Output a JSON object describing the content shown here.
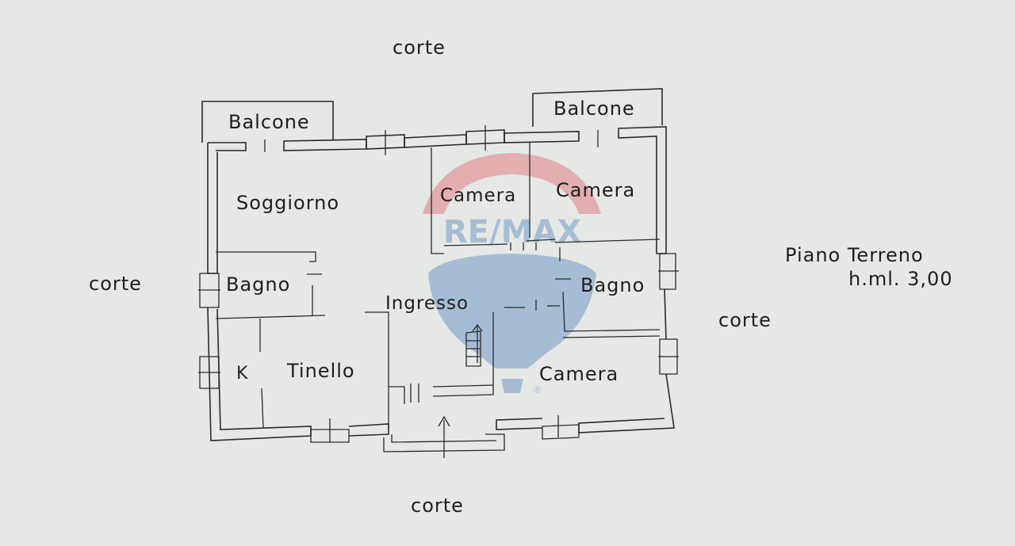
{
  "plan": {
    "courtyard_labels": {
      "top": "corte",
      "left": "corte",
      "right": "corte",
      "bottom": "corte"
    },
    "floor_info": {
      "name": "Piano Terreno",
      "height": "h.ml. 3,00"
    },
    "rooms": {
      "balcone_left": "Balcone",
      "balcone_right": "Balcone",
      "soggiorno": "Soggiorno",
      "camera_center": "Camera",
      "camera_right": "Camera",
      "bagno_left": "Bagno",
      "bagno_right": "Bagno",
      "ingresso": "Ingresso",
      "k": "K",
      "tinello": "Tinello",
      "camera_bottom": "Camera"
    },
    "watermark": {
      "text": "RE/MAX",
      "registered": "®",
      "colors": {
        "red": "#d9434b",
        "blue": "#2f6fb3"
      }
    }
  }
}
